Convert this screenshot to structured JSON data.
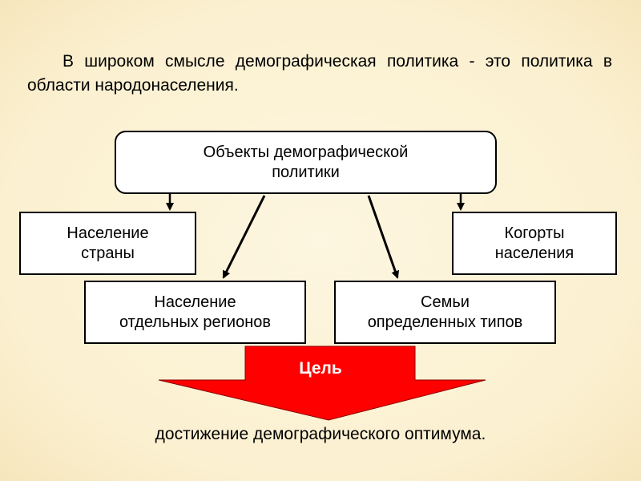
{
  "intro_text": "В широком смысле демографическая политика - это политика в области народонаселения.",
  "root": {
    "line1": "Объекты демографической",
    "line2": "политики"
  },
  "boxes": [
    {
      "line1": "Население",
      "line2": "страны"
    },
    {
      "line1": "Когорты",
      "line2": "населения"
    },
    {
      "line1": "Население",
      "line2": "отдельных регионов"
    },
    {
      "line1": "Семьи",
      "line2": "определенных типов"
    }
  ],
  "goal": {
    "label": "Цель",
    "color": "#ff0000"
  },
  "outcome_text": "достижение демографического оптимума."
}
